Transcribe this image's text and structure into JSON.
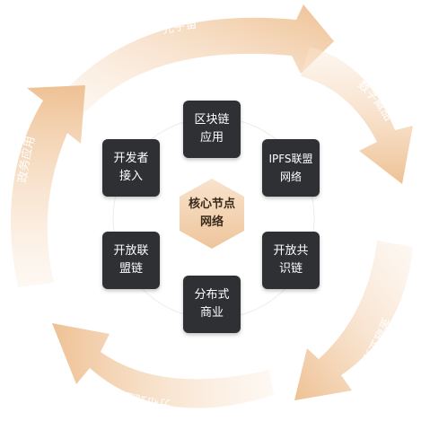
{
  "ring": {
    "labels": [
      "元宇宙",
      "数字藏品",
      "金融业务",
      "分布式应用",
      "政务应用"
    ],
    "color": "#f0c79a"
  },
  "center": {
    "line1": "核心节点",
    "line2": "网络"
  },
  "nodes": [
    {
      "line1": "区块链",
      "line2": "应用"
    },
    {
      "line1": "IPFS联盟",
      "line2": "网络"
    },
    {
      "line1": "开放共",
      "line2": "识链"
    },
    {
      "line1": "分布式",
      "line2": "商业"
    },
    {
      "line1": "开放联",
      "line2": "盟链"
    },
    {
      "line1": "开发者",
      "line2": "接入"
    }
  ],
  "colors": {
    "node_bg": "#2e3034",
    "hex_fill": "#f5d9bb",
    "ring": "#f0c79a"
  }
}
